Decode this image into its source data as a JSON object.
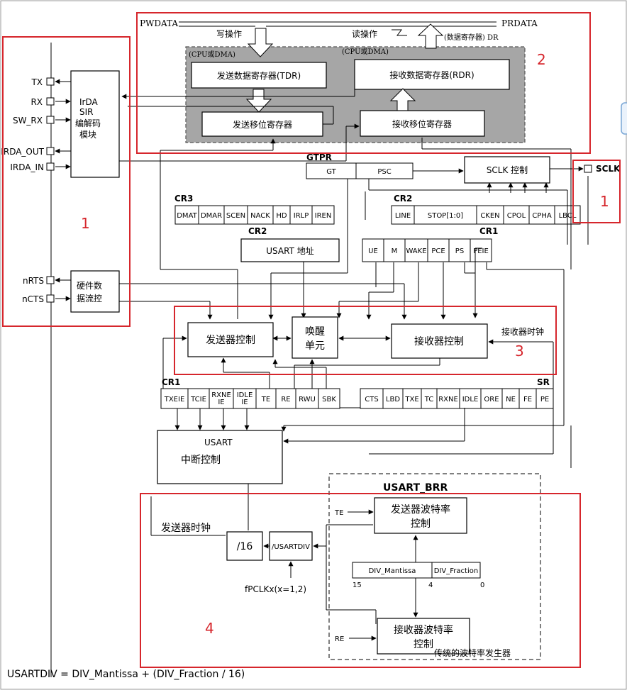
{
  "signals": {
    "pwdata": "PWDATA",
    "prdata": "PRDATA",
    "tx": "TX",
    "rx": "RX",
    "sw_rx": "SW_RX",
    "irda_out": "IRDA_OUT",
    "irda_in": "IRDA_IN",
    "nrts": "nRTS",
    "ncts": "nCTS",
    "sclk": "SCLK"
  },
  "data_regs": {
    "write_op": "写操作",
    "read_op": "读操作",
    "data_reg": "(数据寄存器) DR",
    "cpu_dma_left": "(CPU或DMA)",
    "cpu_dma_right": "(CPU或DMA)",
    "tdr": "发送数据寄存器(TDR)",
    "rdr": "接收数据寄存器(RDR)",
    "tx_shift": "发送移位寄存器",
    "rx_shift": "接收移位寄存器"
  },
  "irda": {
    "line1": "IrDA",
    "line2": "SIR",
    "line3": "编解码",
    "line4": "模块"
  },
  "flow_ctrl": {
    "line1": "硬件数",
    "line2": "据流控"
  },
  "gtpr": {
    "title": "GTPR",
    "gt": "GT",
    "psc": "PSC"
  },
  "sclk_ctrl": "SCLK 控制",
  "cr2_top": {
    "title": "CR2",
    "cells": [
      "LINE",
      "STOP[1:0]",
      "CKEN",
      "CPOL",
      "CPHA",
      "LBCL"
    ]
  },
  "cr3": {
    "title": "CR3",
    "cells": [
      "DMAT",
      "DMAR",
      "SCEN",
      "NACK",
      "HD",
      "IRLP",
      "IREN"
    ]
  },
  "cr2_addr": {
    "title": "CR2",
    "label": "USART 地址"
  },
  "cr1_top": {
    "title": "CR1",
    "cells": [
      "UE",
      "M",
      "WAKE",
      "PCE",
      "PS",
      "PEIE"
    ]
  },
  "controls": {
    "tx_ctrl": "发送器控制",
    "wake_line1": "唤醒",
    "wake_line2": "单元",
    "rx_ctrl": "接收器控制",
    "rx_clock": "接收器时钟"
  },
  "cr1_bottom": {
    "title": "CR1",
    "cells": [
      {
        "l1": "TXEIE",
        "l2": ""
      },
      {
        "l1": "TCIE",
        "l2": ""
      },
      {
        "l1": "RXNE",
        "l2": "IE"
      },
      {
        "l1": "IDLE",
        "l2": "IE"
      },
      {
        "l1": "TE",
        "l2": ""
      },
      {
        "l1": "RE",
        "l2": ""
      },
      {
        "l1": "RWU",
        "l2": ""
      },
      {
        "l1": "SBK",
        "l2": ""
      }
    ]
  },
  "sr": {
    "title": "SR",
    "cells": [
      "CTS",
      "LBD",
      "TXE",
      "TC",
      "RXNE",
      "IDLE",
      "ORE",
      "NE",
      "FE",
      "PE"
    ]
  },
  "interrupt": {
    "line1": "USART",
    "line2": "中断控制"
  },
  "brr": {
    "title": "USART_BRR",
    "tx_clock": "发送器时钟",
    "div16": "/16",
    "div_usartdiv": "/USARTDIV",
    "fpclk": "fPCLKx(x=1,2)",
    "te": "TE",
    "re": "RE",
    "tx_baud_l1": "发送器波特率",
    "tx_baud_l2": "控制",
    "rx_baud_l1": "接收器波特率",
    "rx_baud_l2": "控制",
    "mantissa": "DIV_Mantissa",
    "fraction": "DIV_Fraction",
    "bit15": "15",
    "bit4": "4",
    "bit0": "0",
    "legacy": "传统的波特率发生器"
  },
  "formula": "USARTDIV = DIV_Mantissa + (DIV_Fraction / 16)",
  "annotations": {
    "region1_left": "1",
    "region1_right": "1",
    "region2": "2",
    "region3": "3",
    "region4": "4"
  },
  "colors": {
    "annotation_red": "#d6262c",
    "data_reg_region_fill": "#a6a6a6",
    "border_gray": "#9a9a9a"
  }
}
